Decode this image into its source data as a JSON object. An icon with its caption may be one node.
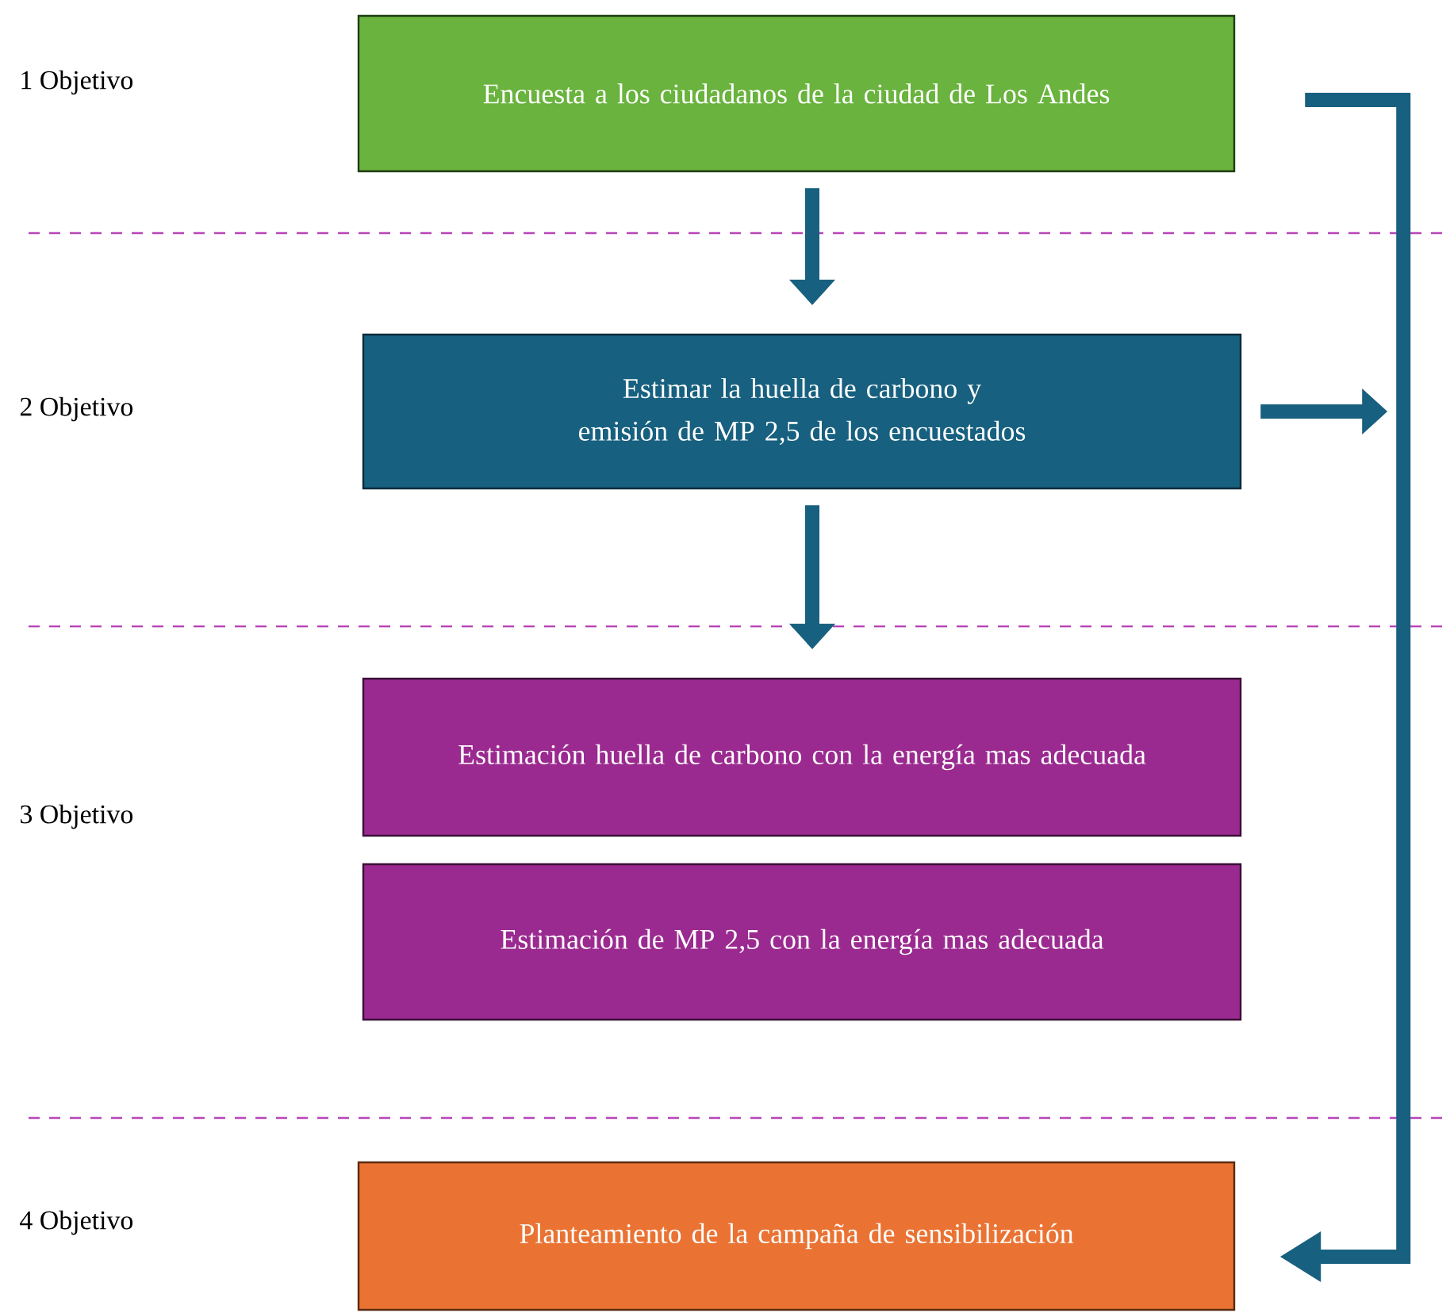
{
  "diagram": {
    "nodes": [
      {
        "text": [
          "Encuesta a los ciudadanos de la ciudad de Los Andes"
        ]
      },
      {
        "text": [
          "Estimar la huella de carbono y emisión de MP 2,5 de los encuestados"
        ]
      },
      {
        "text": [
          "Estimación huella de carbono con la energía mas adecuada"
        ]
      },
      {
        "text": [
          "Estimación de MP 2,5 con la energía mas adecuada"
        ]
      },
      {
        "text": [
          "Planteamiento de la campaña de sensibilización"
        ]
      }
    ],
    "edges": [
      {
        "from": 0,
        "to": 1,
        "arrow": "to"
      },
      {
        "from": 1,
        "to": 2,
        "arrow": "to"
      },
      {
        "from": 1,
        "to": null,
        "arrow": "to"
      },
      {
        "from": 0,
        "to": 4,
        "arrow": "to"
      }
    ],
    "labels": [
      "1 Objetivo",
      "2 Objetivo",
      "3 Objetivo",
      "4 Objetivo"
    ]
  }
}
